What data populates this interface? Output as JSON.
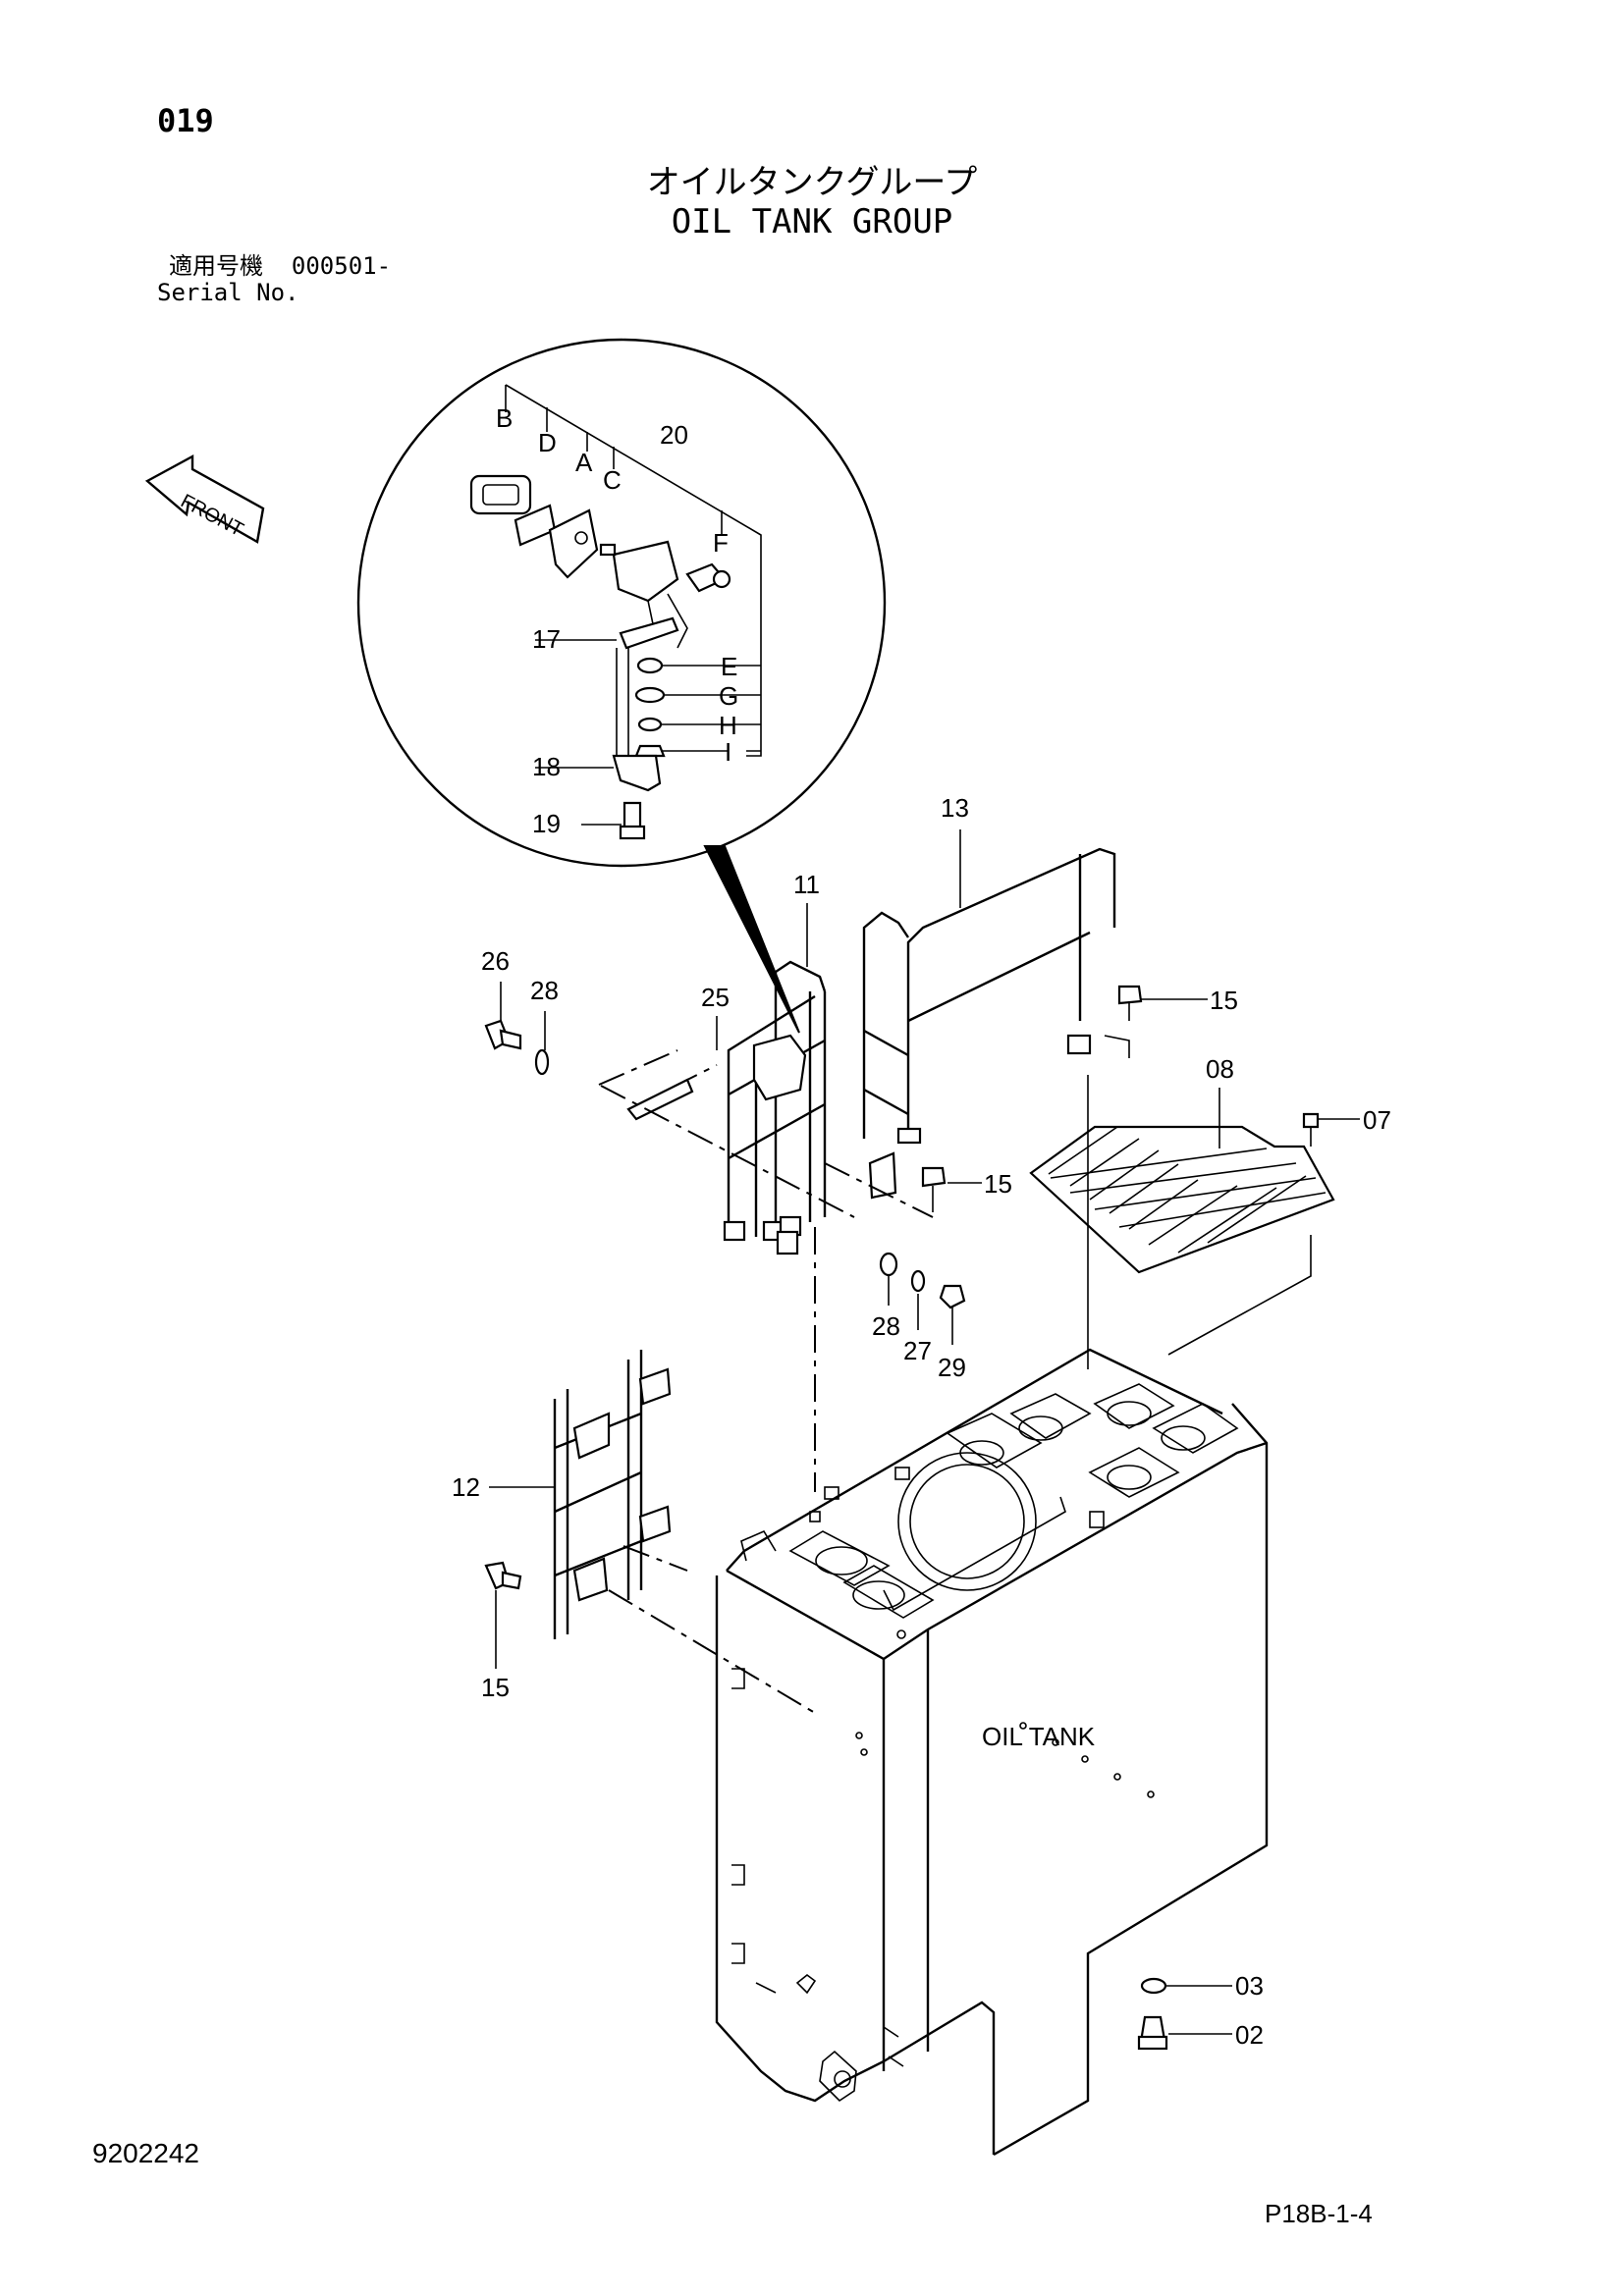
{
  "header": {
    "page_no": "019",
    "title_jp": "オイルタンクグループ",
    "title_en": "OIL TANK GROUP",
    "serial_label_jp": "適用号機",
    "serial_value": "000501-",
    "serial_label_en": "Serial No."
  },
  "footer": {
    "doc_no": "9202242",
    "ref_no": "P18B-1-4"
  },
  "diagram": {
    "front_label": "FRONT",
    "tank_label": "OIL TANK",
    "callouts": {
      "c20": "20",
      "cB": "B",
      "cD": "D",
      "cA": "A",
      "cC": "C",
      "cF": "F",
      "cE": "E",
      "cG": "G",
      "cH": "H",
      "cI": "I",
      "c17": "17",
      "c18": "18",
      "c19": "19",
      "c13": "13",
      "c11": "11",
      "c26": "26",
      "c28a": "28",
      "c25": "25",
      "c15a": "15",
      "c15b": "15",
      "c15c": "15",
      "c08": "08",
      "c07": "07",
      "c28b": "28",
      "c27": "27",
      "c29": "29",
      "c12": "12",
      "c03": "03",
      "c02": "02"
    }
  }
}
